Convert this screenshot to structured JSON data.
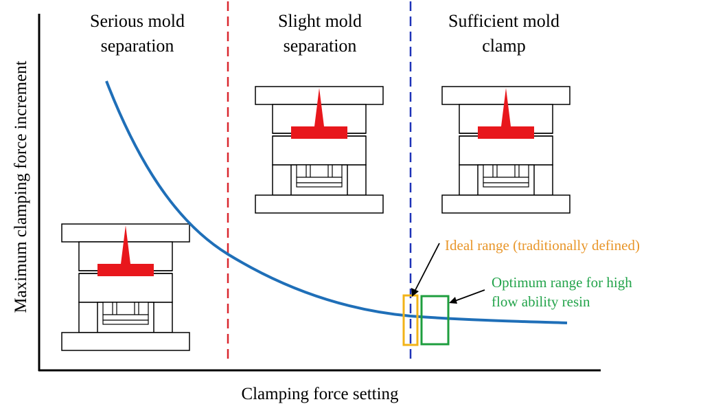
{
  "regions": [
    {
      "line1": "Serious mold",
      "line2": "separation"
    },
    {
      "line1": "Slight mold",
      "line2": "separation"
    },
    {
      "line1": "Sufficient mold",
      "line2": "clamp"
    }
  ],
  "axes": {
    "xlabel": "Clamping force setting",
    "ylabel": "Maximum clamping force increment"
  },
  "annotations": {
    "ideal": "Ideal range (traditionally defined)",
    "optimum_line1": "Optimum range for high",
    "optimum_line2": "flow ability resin"
  },
  "colors": {
    "curve": "#1f6fb8",
    "boundary_1": "#d9272e",
    "boundary_2": "#1f33b8",
    "ideal": "#e8962a",
    "ideal_box": "#f2b318",
    "optimum": "#22a34a",
    "optimum_box": "#1e9e3e",
    "mold_fill": "#e8171c"
  }
}
